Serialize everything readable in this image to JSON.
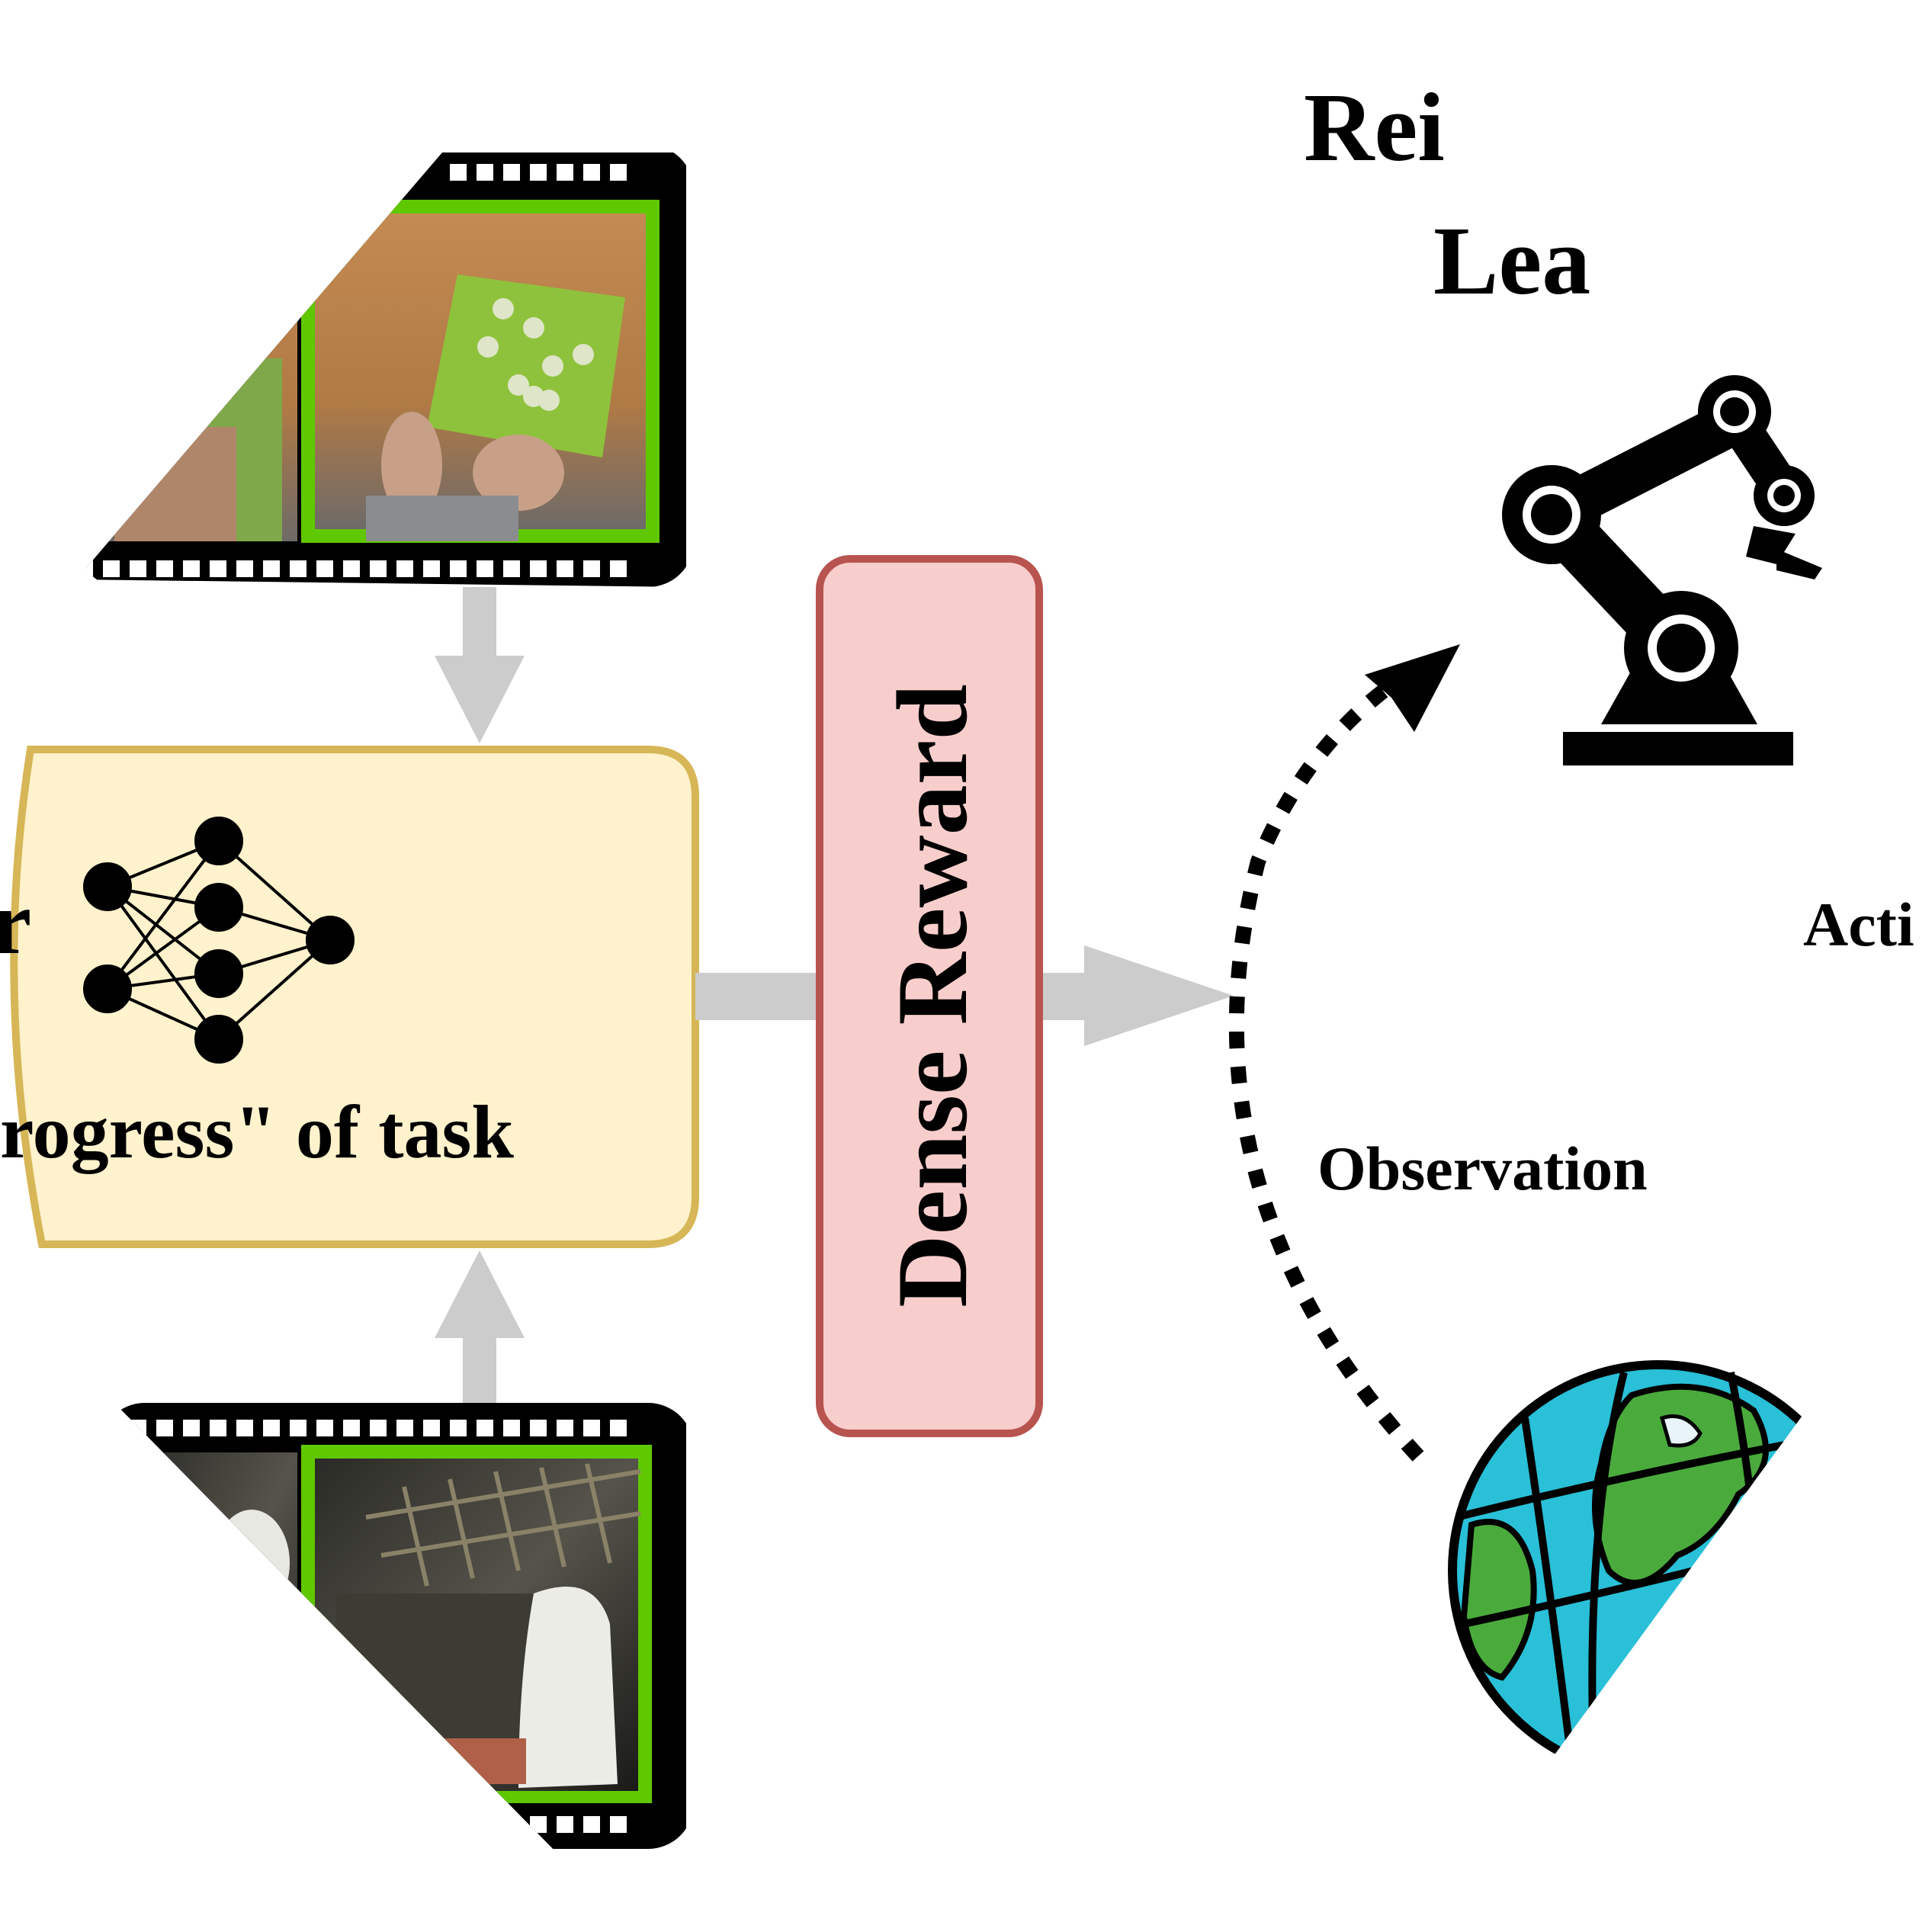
{
  "title": {
    "line1": "Rei",
    "line2": "Lea"
  },
  "model_box": {
    "label": "rogress\" of task",
    "icon": "neural-network-icon",
    "truncated_glyph": "r"
  },
  "reward_box": {
    "label": "Dense Reward"
  },
  "loop": {
    "action_label": "Acti",
    "observation_label": "Observation"
  },
  "icons": {
    "robot": "robot-arm-icon",
    "world": "globe-icon",
    "film_top": "film-strip-icon",
    "film_bottom": "film-strip-icon"
  },
  "colors": {
    "model_fill": "#fff2cc",
    "model_stroke": "#d6b656",
    "reward_fill": "#f8cecc",
    "reward_stroke": "#b85450",
    "arrow_gray": "#cccccc",
    "frame_green": "#5fc800",
    "ink": "#000000",
    "globe_ocean": "#29c0d8",
    "globe_land": "#4aab3c"
  }
}
